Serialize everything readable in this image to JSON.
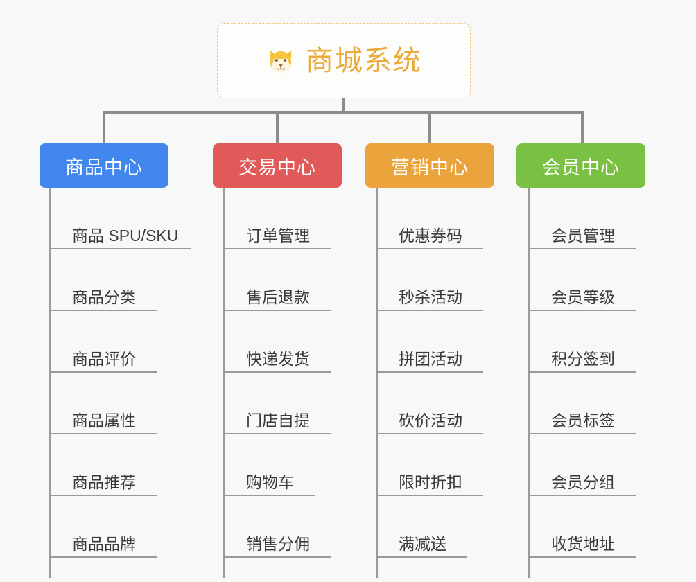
{
  "background_color": "#f8f8f8",
  "root": {
    "icon": "dog-face-emoji",
    "title": "商城系统",
    "title_color": "#e8ab3c",
    "border_color": "#eec97a"
  },
  "connector_color": "#8c8c8c",
  "branches": [
    {
      "title": "商品中心",
      "color": "#4287ee",
      "items": [
        "商品 SPU/SKU",
        "商品分类",
        "商品评价",
        "商品属性",
        "商品推荐",
        "商品品牌"
      ]
    },
    {
      "title": "交易中心",
      "color": "#e05a5a",
      "items": [
        "订单管理",
        "售后退款",
        "快递发货",
        "门店自提",
        "购物车",
        "销售分佣"
      ]
    },
    {
      "title": "营销中心",
      "color": "#eba43c",
      "items": [
        "优惠券码",
        "秒杀活动",
        "拼团活动",
        "砍价活动",
        "限时折扣",
        "满减送"
      ]
    },
    {
      "title": "会员中心",
      "color": "#7ac143",
      "items": [
        "会员管理",
        "会员等级",
        "积分签到",
        "会员标签",
        "会员分组",
        "收货地址"
      ]
    }
  ]
}
